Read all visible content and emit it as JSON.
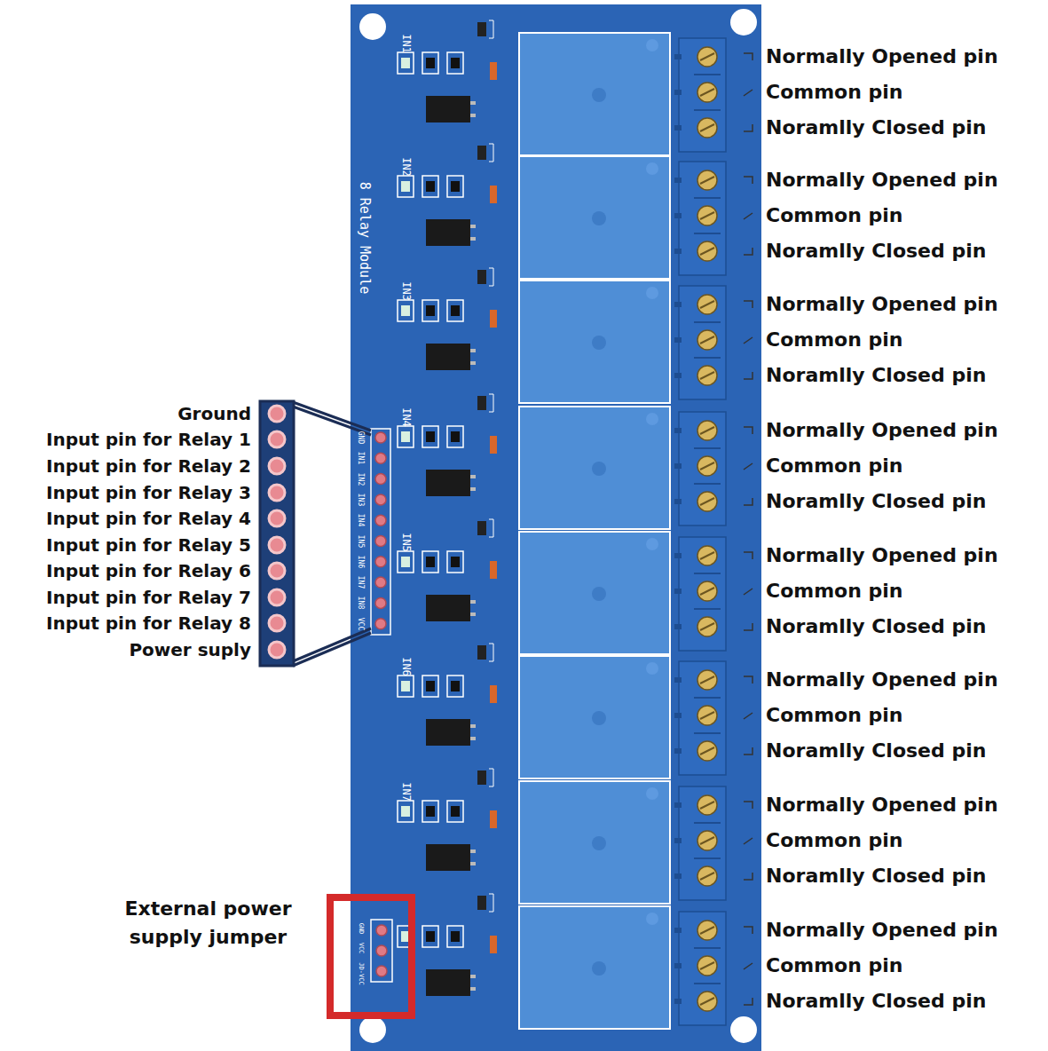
{
  "diagram": {
    "labels": [
      "Ground",
      "Input pin for Relay 1",
      "Input pin for Relay 2",
      "Input pin for Relay 3",
      "Input pin for Relay 4",
      "Input pin for Relay 5",
      "Input pin for Relay 6",
      "Input pin for Relay 7",
      "Input pin for Relay 8",
      "Power suply",
      "External power supply jumper",
      "Normally Opened pin",
      "Common pin",
      "Noramlly Closed pin",
      "Normally Opened pin",
      "Common pin",
      "Noramlly Closed pin",
      "Normally Opened pin",
      "Common pin",
      "Noramlly Closed pin",
      "Normally Opened pin",
      "Common pin",
      "Noramlly Closed pin",
      "Normally Opened pin",
      "Common pin",
      "Noramlly Closed pin",
      "Normally Opened pin",
      "Common pin",
      "Noramlly Closed pin",
      "Normally Opened pin",
      "Common pin",
      "Noramlly Closed pin",
      "Normally Opened pin",
      "Common pin",
      "Noramlly Closed pin",
      "IN1",
      "IN2",
      "IN3",
      "IN4",
      "IN5",
      "IN6",
      "IN7",
      "8 Relay Module",
      "GND",
      "IN1",
      "IN2",
      "IN3",
      "IN4",
      "IN5",
      "IN6",
      "IN7",
      "IN8",
      "VCC",
      "GND",
      "VCC",
      "JD-VCC"
    ]
  }
}
